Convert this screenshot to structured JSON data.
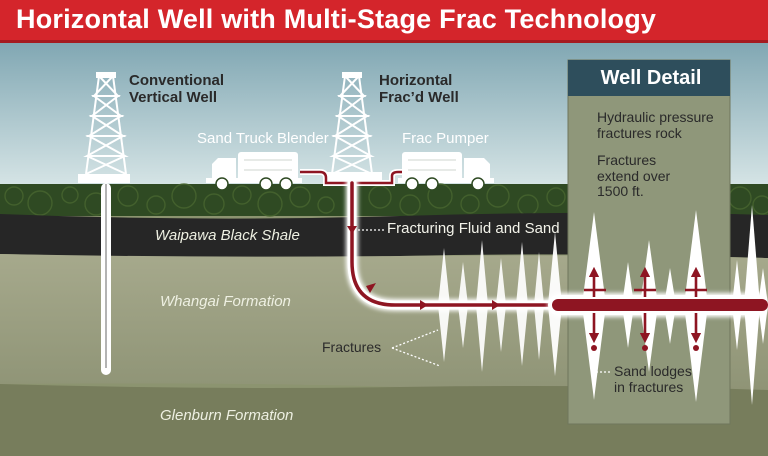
{
  "title": "Horizontal Well with Multi-Stage Frac Technology",
  "wells": {
    "vertical": [
      "Conventional",
      "Vertical Well"
    ],
    "horizontal": [
      "Horizontal",
      "Frac’d Well"
    ]
  },
  "equipment": {
    "blender": "Sand Truck Blender",
    "pumper": "Frac Pumper"
  },
  "layers": {
    "shale": "Waipawa Black Shale",
    "whangai": "Whangai Formation",
    "glenburn": "Glenburn Formation"
  },
  "annotations": {
    "fluid": "Fracturing Fluid and Sand",
    "fractures": "Fractures"
  },
  "detail": {
    "title": "Well Detail",
    "pressure": [
      "Hydraulic pressure",
      "fractures rock"
    ],
    "extend": [
      "Fractures",
      "extend over",
      "1500 ft."
    ],
    "sand": [
      "Sand lodges",
      "in fractures"
    ]
  },
  "colors": {
    "banner": "#d4252b",
    "sky": "#a9c7cf",
    "soil": "#2e4a22",
    "shale": "#262626",
    "whangai": "#9b9f82",
    "glenburn": "#747a5a",
    "pipe": "#8e1522",
    "panel": "#8f977a",
    "panel_header": "#2e4e5c"
  }
}
